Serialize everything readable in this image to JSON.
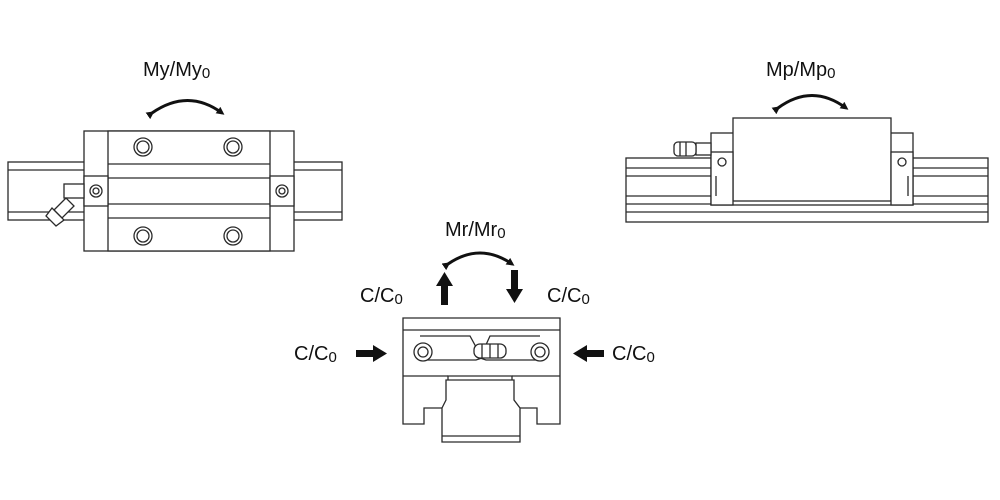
{
  "labels": {
    "yaw": {
      "main": "My/My",
      "sub": "0"
    },
    "pitch": {
      "main": "Mp/Mp",
      "sub": "0"
    },
    "roll": {
      "main": "Mr/Mr",
      "sub": "0"
    },
    "load_left": {
      "main": "C/C",
      "sub": "0"
    },
    "load_right": {
      "main": "C/C",
      "sub": "0"
    },
    "load_top_left": {
      "main": "C/C",
      "sub": "0"
    },
    "load_top_right": {
      "main": "C/C",
      "sub": "0"
    }
  },
  "colors": {
    "line": "#2a2a2a",
    "fill": "#ffffff",
    "shade": "#e8e8e8",
    "arrow": "#111111"
  }
}
